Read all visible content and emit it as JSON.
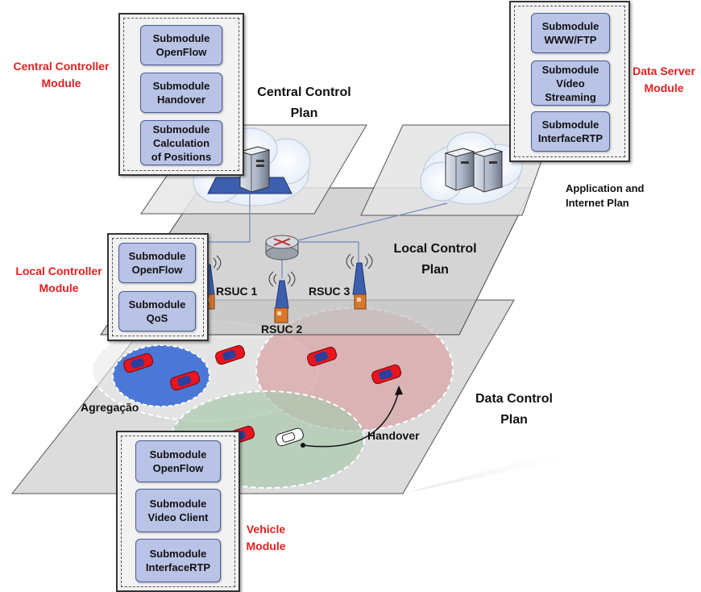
{
  "plans": {
    "central": [
      "Central Control",
      "Plan"
    ],
    "application": [
      "Application and",
      "Internet Plan"
    ],
    "local": [
      "Local Control",
      "Plan"
    ],
    "data": [
      "Data Control",
      "Plan"
    ]
  },
  "modules": {
    "central_controller": {
      "label": [
        "Central Controller",
        "Module"
      ],
      "submodules": [
        [
          "Submodule",
          "OpenFlow"
        ],
        [
          "Submodule",
          "Handover"
        ],
        [
          "Submodule",
          "Calculation",
          "of Positions"
        ]
      ]
    },
    "data_server": {
      "label": [
        "Data Server",
        "Module"
      ],
      "submodules": [
        [
          "Submodule",
          "WWW/FTP"
        ],
        [
          "Submodule",
          "Vídeo",
          "Streaming"
        ],
        [
          "Submodule",
          "InterfaceRTP"
        ]
      ]
    },
    "local_controller": {
      "label": [
        "Local Controller",
        "Module"
      ],
      "submodules": [
        [
          "Submodule",
          "OpenFlow"
        ],
        [
          "Submodule",
          "QoS"
        ]
      ]
    },
    "vehicle": {
      "label": [
        "Vehicle",
        "Module"
      ],
      "submodules": [
        [
          "Submodule",
          "OpenFlow"
        ],
        [
          "Submodule",
          "Video Client"
        ],
        [
          "Submodule",
          "InterfaceRTP"
        ]
      ]
    }
  },
  "nodes": {
    "rsuc1": "RSUC 1",
    "rsuc2": "RSUC 2",
    "rsuc3": "RSUC 3"
  },
  "annotations": {
    "aggregation": "Agregação",
    "handover": "Handover"
  },
  "colors": {
    "submodule_fill": "#b8c3e6",
    "module_label": "#e02020",
    "car": "#e8141e",
    "aggregation_zone": "#3a6ad4"
  }
}
